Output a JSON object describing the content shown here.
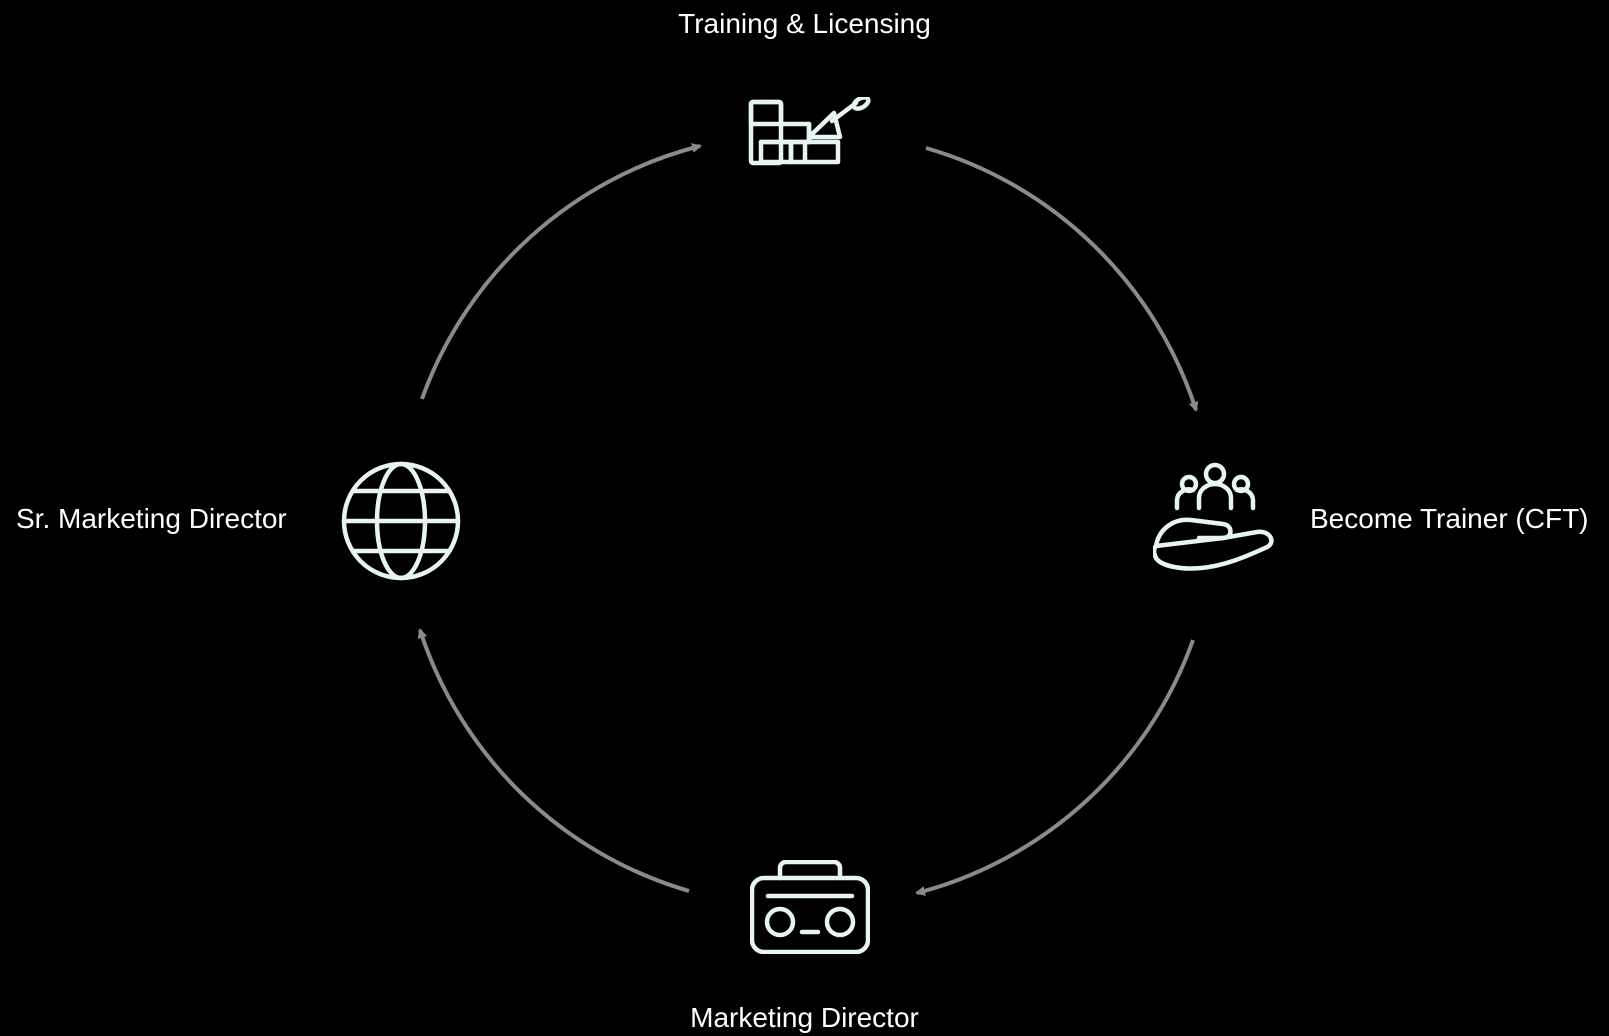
{
  "diagram": {
    "nodes": [
      {
        "id": "top",
        "label": "Training & Licensing",
        "icon": "bricks-trowel-icon"
      },
      {
        "id": "right",
        "label": "Become Trainer (CFT)",
        "icon": "hand-holding-people-icon"
      },
      {
        "id": "bottom",
        "label": "Marketing Director",
        "icon": "boombox-radio-icon"
      },
      {
        "id": "left",
        "label": "Sr. Marketing Director",
        "icon": "globe-icon"
      }
    ],
    "flow": "clockwise cycle",
    "colors": {
      "background": "#000000",
      "text": "#ffffff",
      "icon": "#e6f4f4",
      "arrow": "#8a8a8a"
    }
  }
}
